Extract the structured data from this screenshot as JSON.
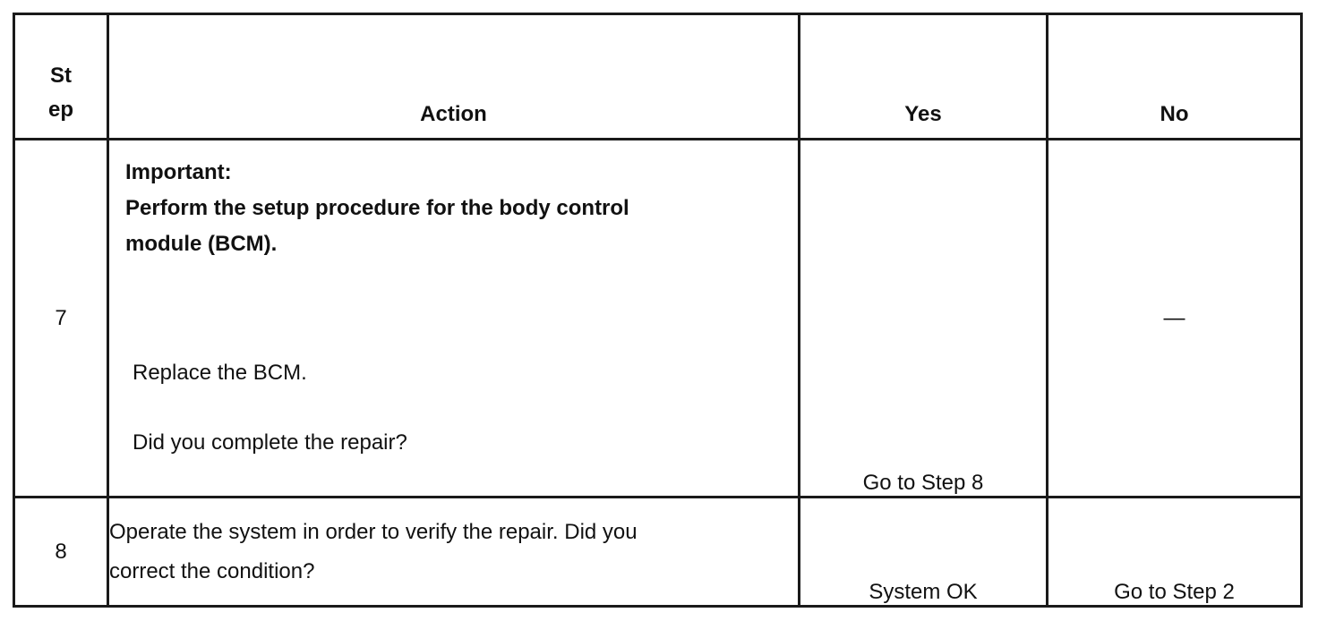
{
  "table": {
    "headers": {
      "step_line1": "St",
      "step_line2": "ep",
      "action": "Action",
      "yes": "Yes",
      "no": "No"
    },
    "rows": [
      {
        "step": "7",
        "important_label": "Important:",
        "important_text_line1": "Perform the setup procedure for the body control",
        "important_text_line2": "module (BCM).",
        "instruction": "Replace the BCM.",
        "question": "Did you complete the repair?",
        "yes": "Go to Step 8",
        "no": "—"
      },
      {
        "step": "8",
        "action_line1": "Operate the system in order to verify the repair. Did you",
        "action_line2": "correct the condition?",
        "yes": "System OK",
        "no": "Go to Step 2"
      }
    ]
  }
}
